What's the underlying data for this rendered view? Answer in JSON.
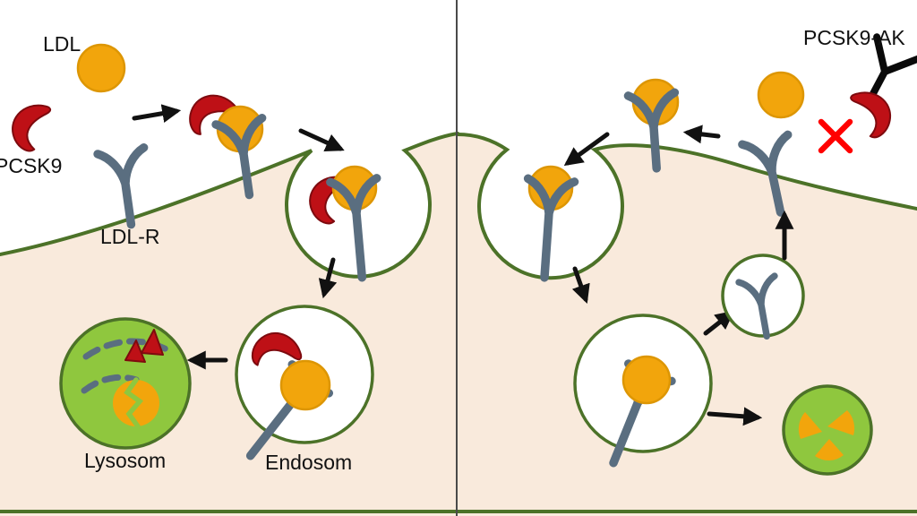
{
  "diagram": {
    "labels": {
      "ldl": "LDL",
      "pcsk9": "PCSK9",
      "ldl_receptor": "LDL-R",
      "lysosome": "Lysosom",
      "endosome": "Endosom",
      "pcsk9_antibody": "PCSK9-AK"
    }
  },
  "colors": {
    "cell-fill": "#F9EADC",
    "membrane": "#4C7228",
    "ldl": "#F2A50C",
    "ldl-edge": "#DD9604",
    "pcsk9": "#BE1016",
    "pcsk9-edge": "#7E0A0E",
    "receptor": "#5A6E80",
    "antibody": "#0A0A0A",
    "vesicle-fill": "#FFFFFF",
    "lysosome-fill": "#8FC73E",
    "arrow": "#111111",
    "cross": "#FF0000",
    "divider": "#4A4A4A",
    "label": "#111111"
  }
}
